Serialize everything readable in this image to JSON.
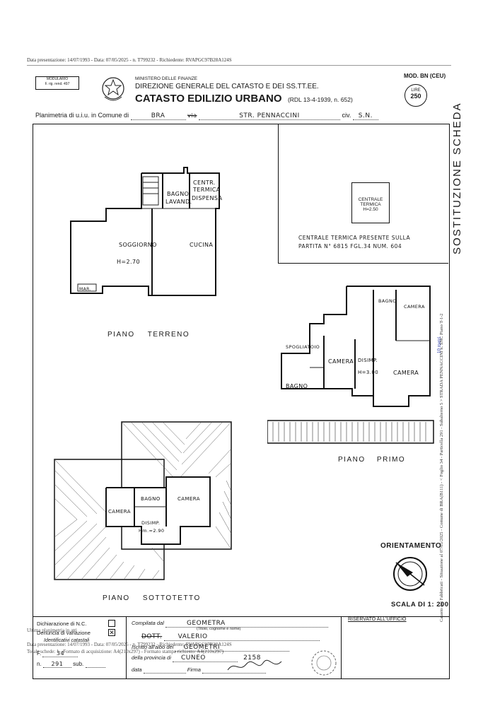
{
  "header_line": "Data presentazione: 14/07/1993 - Data: 07/05/2025 - n. T799232 - Richiedente: RVAPGC97B28A124S",
  "modulario": {
    "line1": "MODULARIO",
    "line2": "F. rig. rend. 497"
  },
  "ministry": "MINISTERO DELLE FINANZE",
  "direction": "DIREZIONE GENERALE DEL CATASTO E DEI SS.TT.EE.",
  "catasto_title": "CATASTO EDILIZIO URBANO",
  "rdl": "(RDL 13-4-1939, n. 652)",
  "model": "MOD. BN (CEU)",
  "stamp": {
    "label": "LIRE",
    "value": "250"
  },
  "planimetria": {
    "prefix": "Planimetria di u.i.u. in Comune di",
    "comune": "BRA",
    "via_label": "via",
    "via": "STR. PENNACCINI",
    "civ_label": "civ.",
    "civ": "S.N."
  },
  "side_title": "SOSTITUZIONE SCHEDA",
  "centrale_note": {
    "box_line1": "CENTRALE",
    "box_line2": "TERMICA",
    "box_line3": "H=2.50",
    "text1": "CENTRALE TERMICA PRESENTE SULLA",
    "text2": "PARTITA N° 6815 FGL.34 NUM. 604"
  },
  "rooms_terreno": {
    "bagno": "BAGNO",
    "lavand": "LAVAND.",
    "centr": "CENTR.",
    "termica": "TERMICA",
    "dispensa": "DISPENSA",
    "soggiorno": "SOGGIORNO",
    "cucina": "CUCINA",
    "height": "H=2.70",
    "mar": "MAR."
  },
  "piano_terreno": "PIANO TERRENO",
  "rooms_primo": {
    "bagno_top": "BAGNO",
    "camera_top": "CAMERA",
    "spogliatoio": "SPOGLIATOIO",
    "camera_center": "CAMERA",
    "disimp": "DISIMP.",
    "height": "H=3.00",
    "camera_right": "CAMERA",
    "bagno_left": "BAGNO"
  },
  "piano_primo": "PIANO PRIMO",
  "rooms_sottotetto": {
    "camera_left": "CAMERA",
    "bagno": "BAGNO",
    "camera_right": "CAMERA",
    "disimp": "DISIMP.",
    "height": "Hm.=2.90"
  },
  "piano_sottotetto": "PIANO SOTTOTETTO",
  "orientamento": "ORIENTAMENTO",
  "scala": "SCALA DI 1: 200",
  "right_vertical": "Catasto dei Fabbricati - Situazione al 07/05/2025 - Comune di BRA(B111) - < Foglio 34 - Particella 291 - Subalterno 5 > STRADA PENNACCINI n. SNC Piano T-1-2",
  "right_small": "10 metri",
  "footer": {
    "dichiarazione": "Dichiarazione di N.C.",
    "denuncia": "Denuncia di variazione",
    "identificativi": "Identificativi catastali",
    "f_label": "F.",
    "f_value": "34",
    "n_label": "n.",
    "n_value": "291",
    "sub_label": "sub.",
    "compilata_label": "Compilata dal",
    "compilata_value": "GEOMETRA",
    "titolo_hint": "(Titolo, cognome e nome)",
    "dott": "DOTT.",
    "nome": "VALERIO",
    "iscritto_label": "Iscritto all'albo dei",
    "iscritto_value": "GEOMETRI",
    "provincia_label": "della provincia di",
    "provincia_value": "CUNEO",
    "numero": "2158",
    "data_label": "data",
    "firma_label": "Firma",
    "riservato": "RISERVATO ALL'UFFICIO"
  },
  "overlay_lines": {
    "line1": "Data presentazione: 14/07/1993 - Data: 07/05/2025 - n. T799232 - Richiedente: RVAPGC97B28A124S",
    "line2": "Totale schede: 1 - Formato di acquisizione: A4(210x297) - Formato stampa richiesto: A4(210x297)"
  },
  "ultima": "Ultima planimetria in atti"
}
